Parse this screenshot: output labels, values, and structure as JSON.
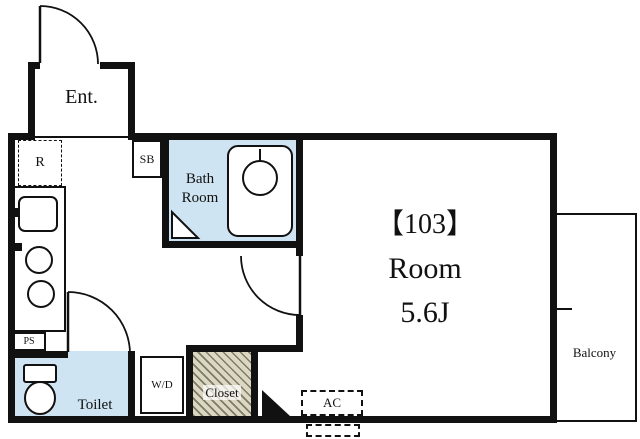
{
  "plan": {
    "unit": {
      "number": "【103】",
      "type": "Room",
      "size": "5.6J"
    },
    "rooms": {
      "entrance": "Ent.",
      "bathroom_line1": "Bath",
      "bathroom_line2": "Room",
      "toilet": "Toilet",
      "closet": "Closet",
      "balcony": "Balcony"
    },
    "fixtures": {
      "refrigerator": "R",
      "shoe_box": "SB",
      "pipe_space": "PS",
      "washer_dryer": "W/D",
      "air_conditioner": "AC"
    },
    "colors": {
      "wall": "#111111",
      "water_rooms": "#cfe4f2",
      "closet_hatch": "#dcd7c0"
    }
  }
}
